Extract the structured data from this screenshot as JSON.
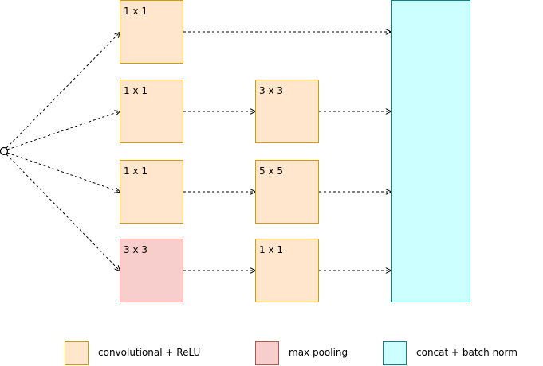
{
  "blocks": [
    {
      "id": "b1",
      "label": "1 x 1",
      "kind": "conv"
    },
    {
      "id": "b2",
      "label": "1 x 1",
      "kind": "conv"
    },
    {
      "id": "b3",
      "label": "3 x 3",
      "kind": "conv"
    },
    {
      "id": "b4",
      "label": "1 x 1",
      "kind": "conv"
    },
    {
      "id": "b5",
      "label": "5 x 5",
      "kind": "conv"
    },
    {
      "id": "b6",
      "label": "3 x 3",
      "kind": "pool"
    },
    {
      "id": "b7",
      "label": "1 x 1",
      "kind": "conv"
    },
    {
      "id": "concat",
      "label": "",
      "kind": "concat"
    }
  ],
  "legend": [
    {
      "kind": "conv",
      "label": "convolutional + ReLU"
    },
    {
      "kind": "pool",
      "label": "max pooling"
    },
    {
      "kind": "concat",
      "label": "concat + batch norm"
    }
  ],
  "colors": {
    "conv_fill": "#ffe6cc",
    "conv_stroke": "#d79b00",
    "pool_fill": "#f8cecc",
    "pool_stroke": "#b85450",
    "concat_fill": "#ccffff",
    "concat_stroke": "#0e8088",
    "edge": "#000000"
  }
}
